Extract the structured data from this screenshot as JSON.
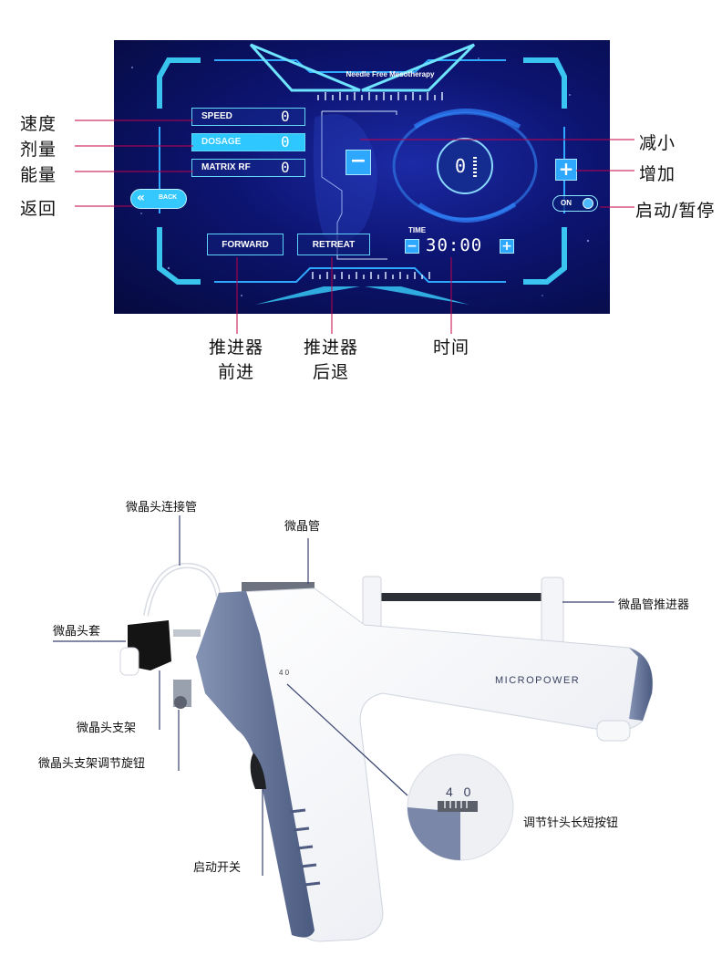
{
  "screen": {
    "title": "Needle Free Mesotherapy",
    "fields": [
      {
        "label": "SPEED",
        "value": "0"
      },
      {
        "label": "DOSAGE",
        "value": "0"
      },
      {
        "label": "MATRIX RF",
        "value": "0"
      }
    ],
    "back_label": "BACK",
    "forward_label": "FORWARD",
    "retreat_label": "RETREAT",
    "time_label": "TIME",
    "time_value": "30:00",
    "center_value": "0",
    "on_label": "ON"
  },
  "screen_callouts": {
    "speed": "速度",
    "dosage": "剂量",
    "energy": "能量",
    "back": "返回",
    "decrease": "减小",
    "increase": "增加",
    "start_pause": "启动/暂停",
    "forward_line1": "推进器",
    "forward_line2": "前进",
    "retreat_line1": "推进器",
    "retreat_line2": "后退",
    "time": "时间"
  },
  "device": {
    "brand": "MICROPOWER",
    "scale_text": "4 0",
    "callouts": {
      "head_connector_tube": "微晶头连接管",
      "crystal_tube": "微晶管",
      "tube_pusher": "微晶管推进器",
      "head_cover": "微晶头套",
      "head_bracket": "微晶头支架",
      "bracket_knob": "微晶头支架调节旋钮",
      "needle_length_button": "调节针头长短按钮",
      "start_switch": "启动开关"
    }
  },
  "colors": {
    "screen_accent": "#4fe0ff",
    "device_body": "#f2f4f8",
    "device_accent": "#5b6b8f"
  }
}
